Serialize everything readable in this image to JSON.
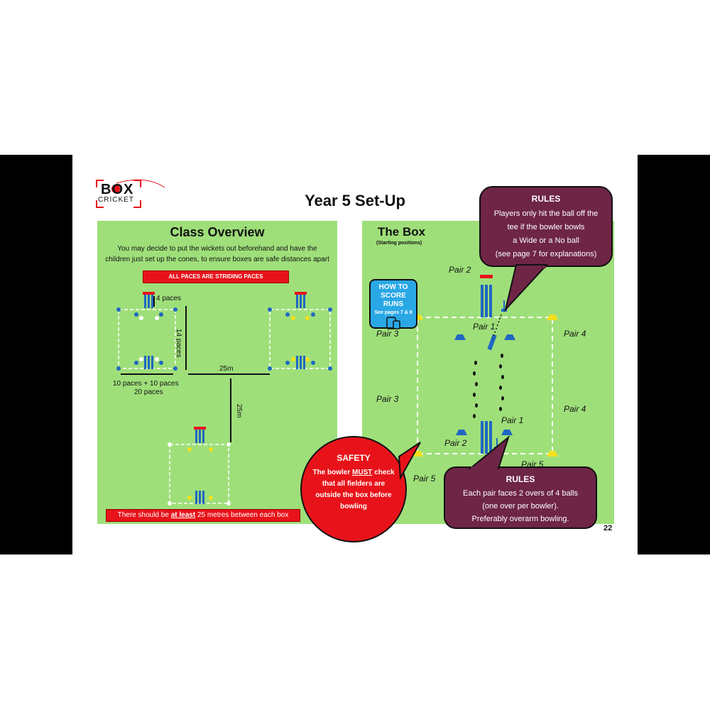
{
  "logo": {
    "line1": "BOX",
    "line2": "CRICKET"
  },
  "page_title": "Year 5 Set-Up",
  "left_panel": {
    "title": "Class Overview",
    "intro_line1": "You may decide to put the wickets out beforehand and have the",
    "intro_line2": "children just set up the cones, to ensure boxes are safe distances apart",
    "banner": "ALL PACES ARE STRIDING PACES",
    "label_4paces": "4 paces",
    "label_14paces": "14 paces",
    "label_10paces": "10 paces + 10 paces",
    "label_20paces": "20 paces",
    "label_25m_h": "25m",
    "label_25m_v": "25m",
    "bottom_banner_pre": "There should be ",
    "bottom_banner_emph": "at least",
    "bottom_banner_post": " 25 metres between each box"
  },
  "right_panel": {
    "title": "The Box",
    "subtitle": "(Starting positions)",
    "howto_line1": "HOW TO",
    "howto_line2": "SCORE RUNS",
    "howto_line3": "See pages 7 & 8",
    "pairs": {
      "pair2_top": "Pair 2",
      "pair1_top": "Pair 1",
      "pair3_a": "Pair 3",
      "pair4_a": "Pair 4",
      "pair3_b": "Pair 3",
      "pair4_b": "Pair 4",
      "pair1_bottom": "Pair 1",
      "pair2_bottom": "Pair 2",
      "pair5_left": "Pair 5",
      "pair5_right": "Pair 5"
    }
  },
  "rules_top": {
    "title": "RULES",
    "line1": "Players only hit the ball off the",
    "line2": "tee if the bowler bowls",
    "line3": "a Wide or a No ball",
    "line4": "(see page 7 for explanations)"
  },
  "rules_bottom": {
    "title": "RULES",
    "line1": "Each pair faces 2 overs of 4 balls",
    "line2": "(one over per bowler).",
    "line3": "Preferably overarm bowling."
  },
  "safety": {
    "title": "SAFETY",
    "line1_pre": "The bowler ",
    "line1_emph": "MUST",
    "line1_post": " check",
    "line2": "that all fielders are",
    "line3": "outside the box before",
    "line4": "bowling"
  },
  "page_number": "22",
  "colors": {
    "panel": "#9fdf7a",
    "red": "#e8131a",
    "plum": "#6e2546",
    "blue": "#2aa8e6"
  }
}
